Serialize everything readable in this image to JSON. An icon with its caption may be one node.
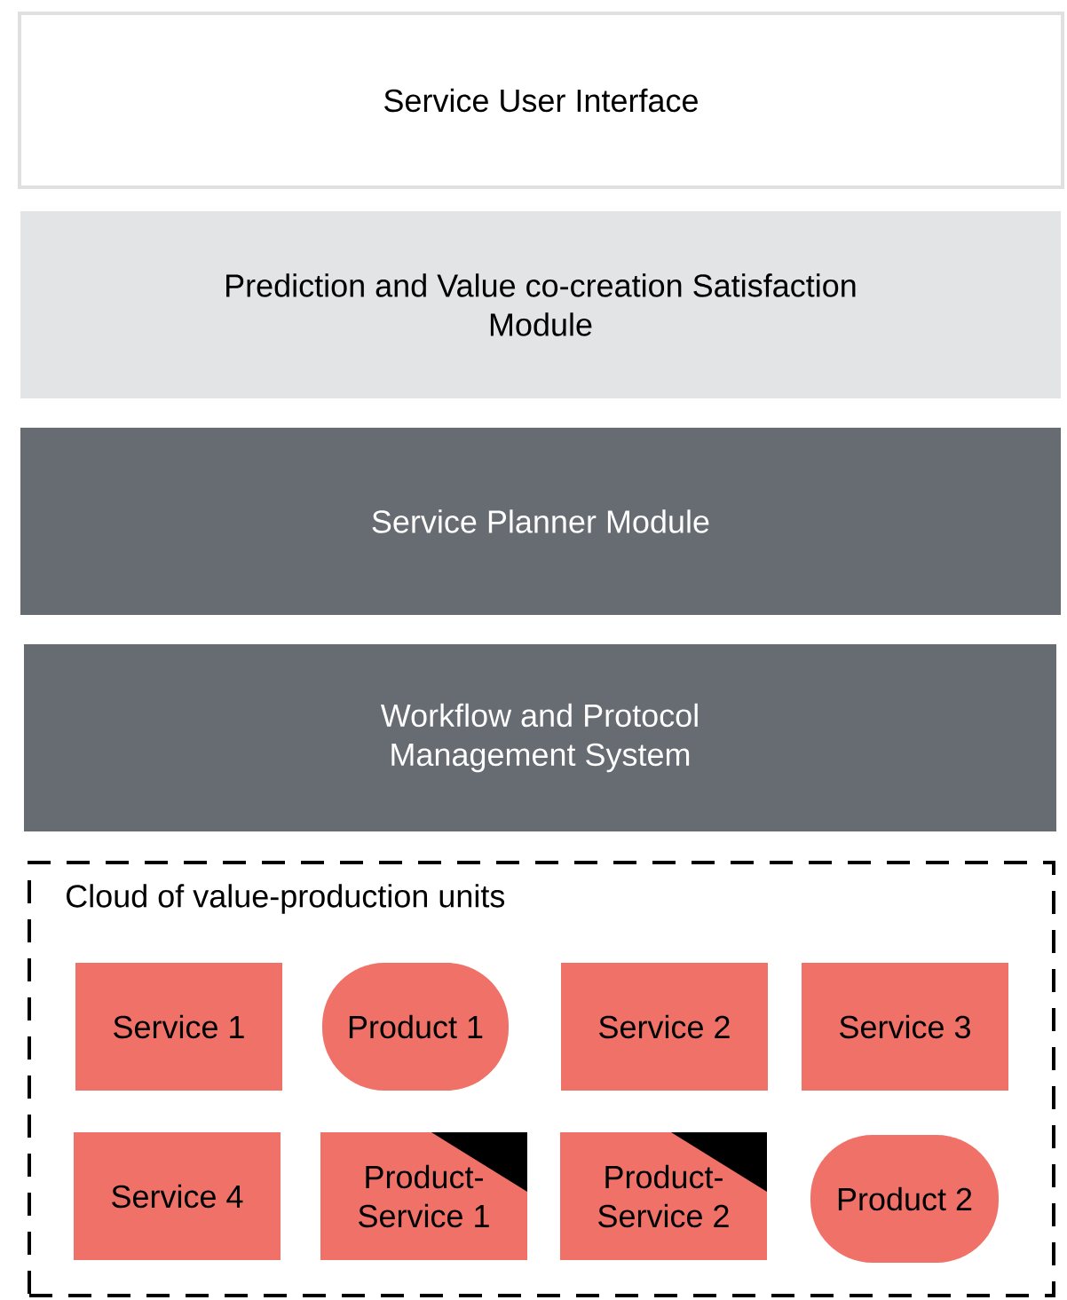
{
  "diagram": {
    "nodes": [
      {
        "text": [
          "Service User Interface"
        ]
      },
      {
        "text": [
          "Prediction and Value co-creation Satisfaction Module"
        ]
      },
      {
        "text": [
          "Service Planner Module"
        ]
      },
      {
        "text": [
          "Workflow and Protocol Management System"
        ]
      },
      {
        "text": [
          "Cloud of value-production units"
        ]
      },
      {
        "text": [
          "Service 1"
        ],
        "in": 4
      },
      {
        "text": [
          "Product 1"
        ],
        "in": 4
      },
      {
        "text": [
          "Service 2"
        ],
        "in": 4
      },
      {
        "text": [
          "Service 3"
        ],
        "in": 4
      },
      {
        "text": [
          "Service 4"
        ],
        "in": 4
      },
      {
        "text": [
          "Product-Service 1"
        ],
        "in": 4
      },
      {
        "text": [
          "Product-Service 2"
        ],
        "in": 4
      },
      {
        "text": [
          "Product 2"
        ],
        "in": 4
      }
    ],
    "edges": []
  }
}
